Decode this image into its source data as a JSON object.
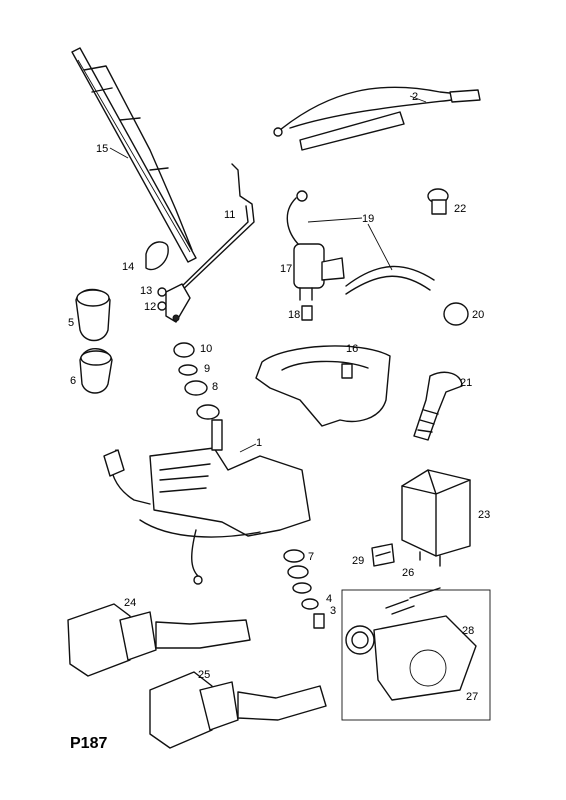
{
  "page_code": "P187",
  "callouts": {
    "c1": "1",
    "c2": "2",
    "c3": "3",
    "c4": "4",
    "c5": "5",
    "c6": "6",
    "c7": "7",
    "c8": "8",
    "c9": "9",
    "c10": "10",
    "c11": "11",
    "c12": "12",
    "c13": "13",
    "c14": "14",
    "c15": "15",
    "c16": "16",
    "c17": "17",
    "c18": "18",
    "c19": "19",
    "c20": "20",
    "c21": "21",
    "c22": "22",
    "c23": "23",
    "c24": "24",
    "c25": "25",
    "c26": "26",
    "c27": "27",
    "c28": "28",
    "c29": "29"
  }
}
